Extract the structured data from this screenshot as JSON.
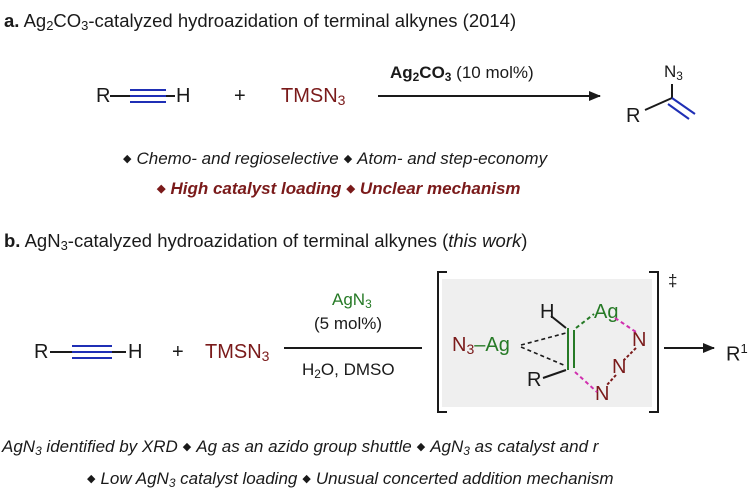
{
  "section_a": {
    "label": "a.",
    "title_prefix": "Ag",
    "title_sub1": "2",
    "title_mid": "CO",
    "title_sub2": "3",
    "title_rest": "-catalyzed hydroazidation of terminal alkynes (2014)",
    "reactant1_r": "R",
    "reactant1_h": "H",
    "plus": "+",
    "reagent": "TMSN",
    "reagent_sub": "3",
    "catalyst_main": "Ag",
    "catalyst_sub1": "2",
    "catalyst_mid": "CO",
    "catalyst_sub2": "3",
    "catalyst_loading": "(10 mol%)",
    "product_n3": "N",
    "product_n3_sub": "3",
    "product_r": "R",
    "bullets_line1": [
      "Chemo- and regioselective",
      "Atom- and step-economy"
    ],
    "bullets_line2": [
      "High catalyst loading",
      "Unclear mechanism"
    ]
  },
  "section_b": {
    "label": "b.",
    "title_prefix": "AgN",
    "title_sub": "3",
    "title_rest": "-catalyzed hydroazidation of terminal alkynes (",
    "title_italic": "this work",
    "title_close": ")",
    "reactant1_r": "R",
    "reactant1_h": "H",
    "plus": "+",
    "reagent": "TMSN",
    "reagent_sub": "3",
    "catalyst": "AgN",
    "catalyst_sub": "3",
    "loading": "(5 mol%)",
    "solvent_prefix": "H",
    "solvent_sub": "2",
    "solvent_rest": "O, DMSO",
    "ts_dagger": "‡",
    "ts_n3ag": "N",
    "ts_n3ag_sub": "3",
    "ts_n3ag_rest": "–Ag",
    "ts_h": "H",
    "ts_ag": "Ag",
    "ts_r": "R",
    "ts_n1": "N",
    "ts_n2": "N",
    "ts_n3": "N",
    "product_partial": "R",
    "product_sup": "1",
    "bullets_line1": [
      {
        "pre": "AgN",
        "sub": "3",
        "post": " identified by XRD"
      },
      {
        "pre": "Ag as an azido group shuttle",
        "sub": "",
        "post": ""
      },
      {
        "pre": "AgN",
        "sub": "3",
        "post": " as catalyst and r"
      }
    ],
    "bullets_line2": [
      {
        "pre": "Low AgN",
        "sub": "3",
        "post": " catalyst loading"
      },
      {
        "pre": "Unusual concerted addition mechanism",
        "sub": "",
        "post": ""
      }
    ]
  },
  "colors": {
    "alkyne_blue": "#1f2fb5",
    "reagent_red": "#7a1a1a",
    "silver_green": "#267a26",
    "dashed_magenta": "#d02fae"
  }
}
